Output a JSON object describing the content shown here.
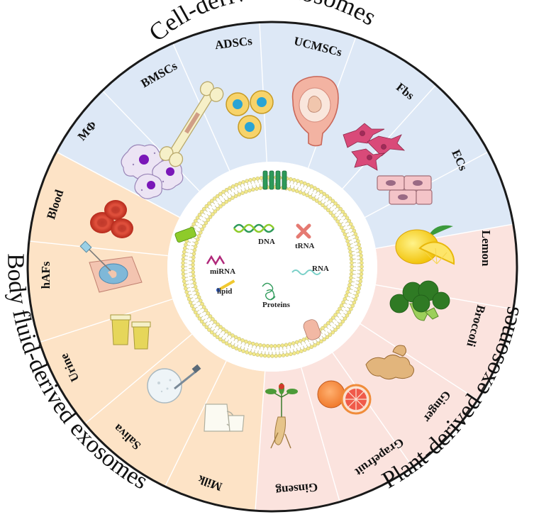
{
  "titles": {
    "cell": "Cell-derived exosomes",
    "body": "Body fluid-derived exosomes",
    "plant": "Plant-derived exosomes"
  },
  "colors": {
    "cell": "#dde8f6",
    "body": "#fde3c6",
    "plant": "#fbe3de",
    "ring_outline": "#1a1a1a",
    "membrane_head": "#f2e889",
    "membrane_tail": "#b9b36a"
  },
  "labels": {
    "mphi": "MΦ",
    "bmscs": "BMSCs",
    "adscs": "ADSCs",
    "ucmscs": "UCMSCs",
    "fbs": "Fbs",
    "ecs": "ECs",
    "lemon": "Lemon",
    "broccoli": "Broccoli",
    "ginger": "Ginger",
    "grapefruit": "Grapefruit",
    "ginseng": "Ginseng",
    "milk": "Milk",
    "saliva": "Saliva",
    "urine": "Urine",
    "hafs": "hAFs",
    "blood": "Blood"
  },
  "cargo": {
    "dna": "DNA",
    "trna": "tRNA",
    "mirna": "miRNA",
    "rna": "RNA",
    "lipid": "lipid",
    "proteins": "Proteins"
  },
  "icons": {
    "mphi": "macrophage-cells-icon",
    "bmscs": "bone-icon",
    "adscs": "stem-cells-icon",
    "ucmscs": "fetus-uterus-icon",
    "fbs": "fibroblast-cells-icon",
    "ecs": "endothelial-cells-icon",
    "lemon": "lemon-icon",
    "broccoli": "broccoli-icon",
    "ginger": "ginger-root-icon",
    "grapefruit": "grapefruit-icon",
    "ginseng": "ginseng-root-icon",
    "milk": "milk-jug-icon",
    "saliva": "saliva-dish-icon",
    "urine": "urine-cups-icon",
    "hafs": "amniocentesis-icon",
    "blood": "red-blood-cells-icon"
  }
}
